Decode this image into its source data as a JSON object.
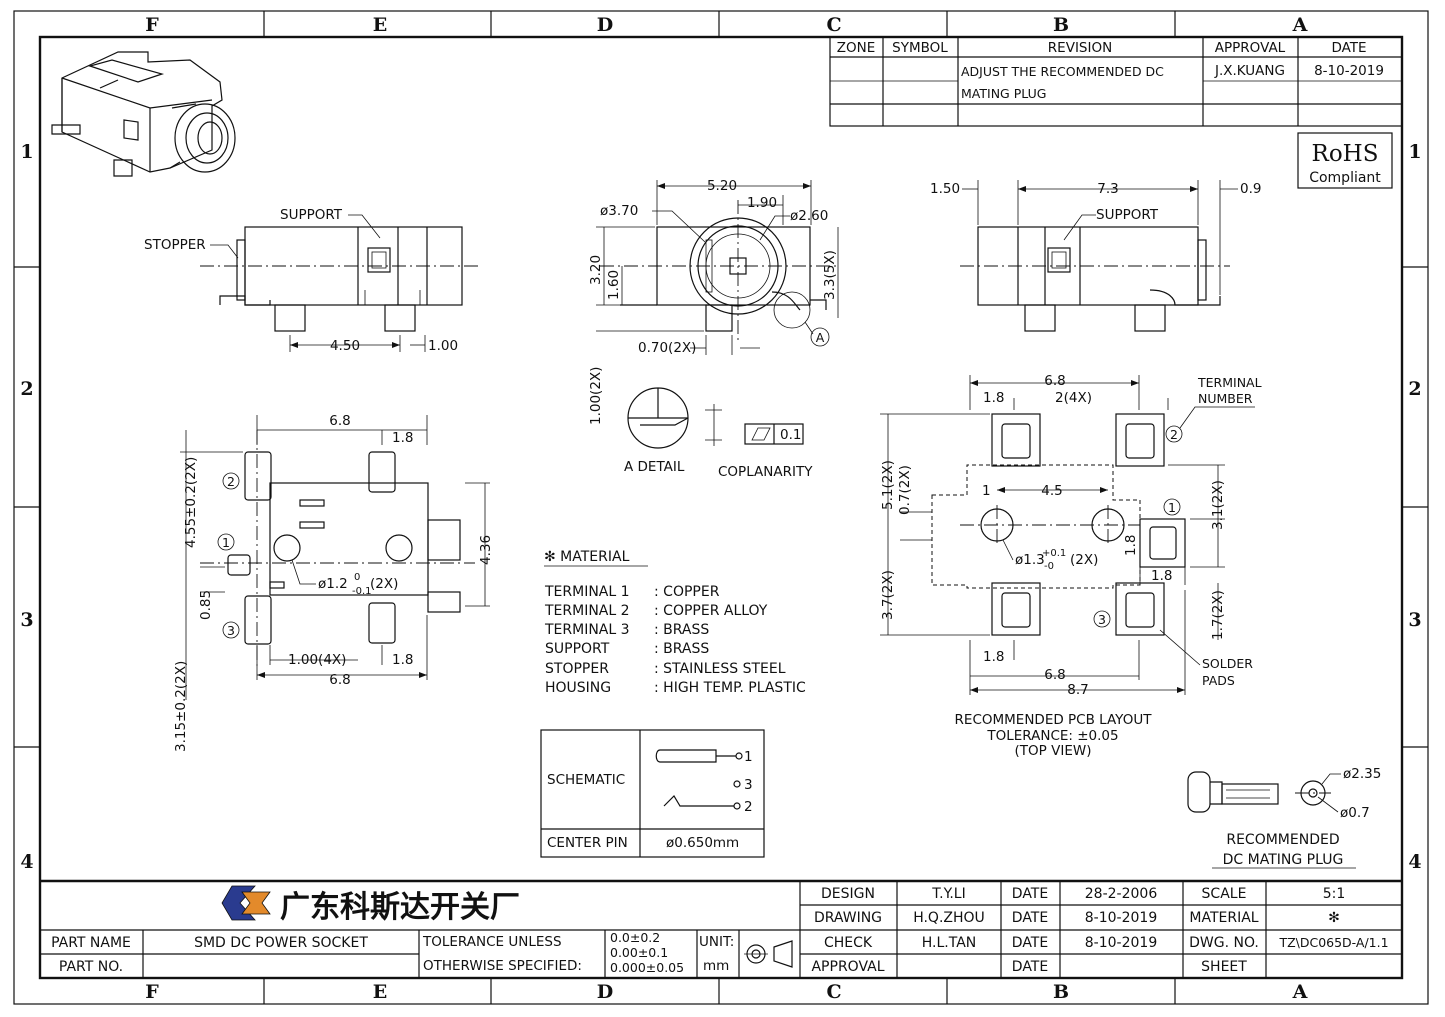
{
  "zones": {
    "cols": [
      "F",
      "E",
      "D",
      "C",
      "B",
      "A"
    ],
    "rows": [
      "1",
      "2",
      "3",
      "4"
    ]
  },
  "revision_table": {
    "headers": [
      "ZONE",
      "SYMBOL",
      "REVISION",
      "APPROVAL",
      "DATE"
    ],
    "revision_line1": "ADJUST THE RECOMMENDED DC",
    "revision_line2": "MATING PLUG",
    "approval": "J.X.KUANG",
    "date": "8-10-2019"
  },
  "rohs": {
    "line1": "RoHS",
    "line2": "Compliant"
  },
  "side_view": {
    "support": "SUPPORT",
    "stopper": "STOPPER",
    "dim_a": "4.50",
    "dim_b": "1.00"
  },
  "front_view": {
    "d370": "ø3.70",
    "d520": "5.20",
    "d190": "1.90",
    "d260": "ø2.60",
    "d320": "3.20",
    "d160": "1.60",
    "d33": "3.3(5X)",
    "d070": "0.70(2X)",
    "d100": "1.00(2X)",
    "detail_marker": "A"
  },
  "right_view": {
    "d150": "1.50",
    "d73": "7.3",
    "d09": "0.9",
    "support": "SUPPORT"
  },
  "detail": {
    "label": "A DETAIL",
    "coplanarity": "COPLANARITY",
    "tolerance": "0.1"
  },
  "top_view": {
    "d68": "6.8",
    "d18": "1.8",
    "d455": "4.55±0.2(2X)",
    "d436": "4.36",
    "d085": "0.85",
    "d315": "3.15±0.2(2X)",
    "d100": "1.00(4X)",
    "d18b": "1.8",
    "d68b": "6.8",
    "hole": "ø1.2",
    "hole_tol_up": "0",
    "hole_tol_dn": "-0.1",
    "hole_count": "(2X)",
    "pin1": "1",
    "pin2": "2",
    "pin3": "3"
  },
  "material": {
    "title": "✻ MATERIAL",
    "rows": [
      {
        "part": "TERMINAL 1",
        "value": ": COPPER"
      },
      {
        "part": "TERMINAL 2",
        "value": ": COPPER ALLOY"
      },
      {
        "part": "TERMINAL 3",
        "value": ": BRASS"
      },
      {
        "part": "SUPPORT",
        "value": ": BRASS"
      },
      {
        "part": "STOPPER",
        "value": ": STAINLESS STEEL"
      },
      {
        "part": "HOUSING",
        "value": ": HIGH TEMP. PLASTIC"
      }
    ]
  },
  "schematic": {
    "label": "SCHEMATIC",
    "center_pin_label": "CENTER PIN",
    "center_pin_value": "ø0.650mm",
    "p1": "1",
    "p2": "2",
    "p3": "3"
  },
  "pcb": {
    "d68": "6.8",
    "d18": "1.8",
    "d2": "2(4X)",
    "terminal_number": "TERMINAL",
    "terminal_number2": "NUMBER",
    "d51": "5.1(2X)",
    "d07": "0.7(2X)",
    "d45": "4.5",
    "d1": "1",
    "d31": "3.1(2X)",
    "d18v": "1.8",
    "hole": "ø1.3",
    "hole_tol_up": "+0.1",
    "hole_tol_dn": "-0",
    "hole_count": "(2X)",
    "d18h": "1.8",
    "d37": "3.7(2X)",
    "d17": "1.7(2X)",
    "d18c": "1.8",
    "d68c": "6.8",
    "d87": "8.7",
    "solder": "SOLDER",
    "solder2": "PADS",
    "pin1": "1",
    "pin2": "2",
    "pin3": "3",
    "caption1": "RECOMMENDED PCB LAYOUT",
    "caption2": "TOLERANCE: ±0.05",
    "caption3": "(TOP VIEW)"
  },
  "plug": {
    "d235": "ø2.35",
    "d07": "ø0.7",
    "caption1": "RECOMMENDED",
    "caption2": "DC MATING PLUG"
  },
  "title_block": {
    "company": "广东科斯达开关厂",
    "design_label": "DESIGN",
    "design_name": "T.Y.LI",
    "date_label": "DATE",
    "design_date": "28-2-2006",
    "scale_label": "SCALE",
    "scale_value": "5:1",
    "drawing_label": "DRAWING",
    "drawing_name": "H.Q.ZHOU",
    "drawing_date": "8-10-2019",
    "material_label": "MATERIAL",
    "material_value": "✻",
    "check_label": "CHECK",
    "check_name": "H.L.TAN",
    "check_date": "8-10-2019",
    "dwg_label": "DWG. NO.",
    "dwg_value": "TZ\\DC065D-A/1.1",
    "approval_label": "APPROVAL",
    "sheet_label": "SHEET",
    "part_name_label": "PART NAME",
    "part_name_value": "SMD DC POWER SOCKET",
    "part_no_label": "PART NO.",
    "tolerance_label": "TOLERANCE UNLESS",
    "tolerance_label2": "OTHERWISE SPECIFIED:",
    "tol1": "0.0±0.2",
    "tol2": "0.00±0.1",
    "tol3": "0.000±0.05",
    "unit_label": "UNIT:",
    "unit_value": "mm"
  }
}
